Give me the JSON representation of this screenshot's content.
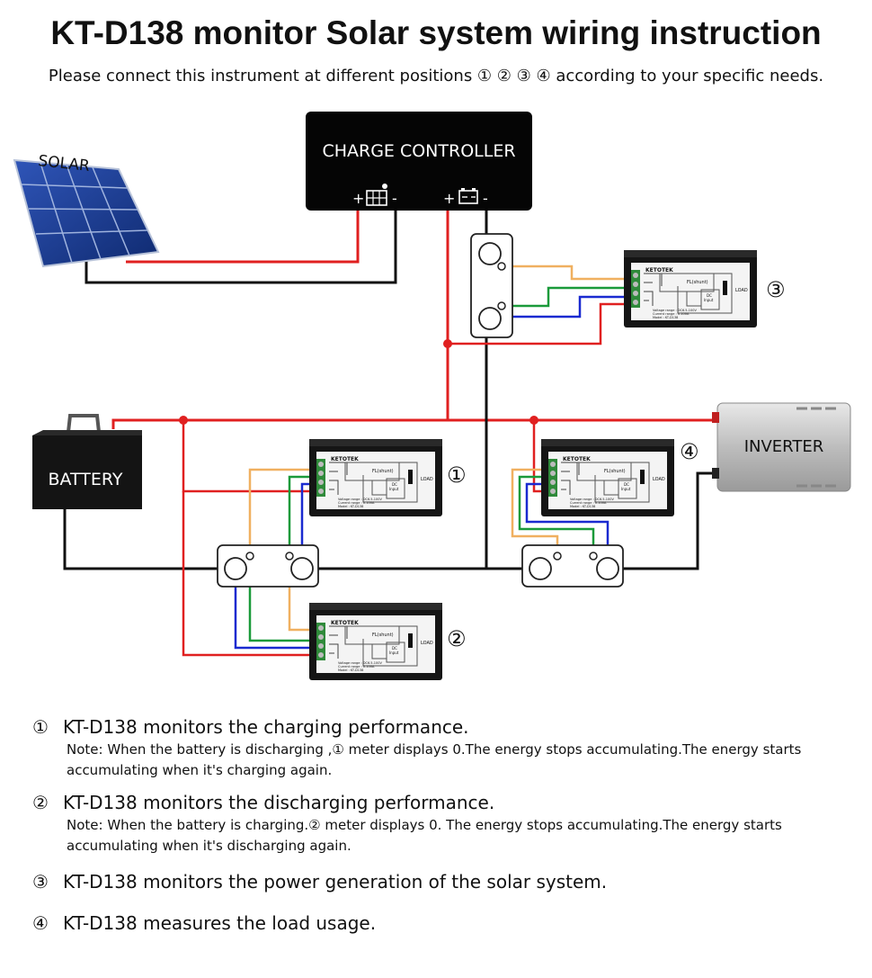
{
  "title": "KT-D138 monitor Solar system wiring instruction",
  "subtitle": "Please connect this instrument at different positions ① ② ③ ④ according to your specific needs.",
  "diagram": {
    "solar_label": "SOLAR",
    "controller_label": "CHARGE CONTROLLER",
    "plus": "+",
    "minus": "-",
    "battery_label": "BATTERY",
    "inverter_label": "INVERTER",
    "meter_brand": "KETOTEK",
    "meter_shunt": "FL(shunt)",
    "meter_dc": "DC",
    "meter_input": "Input",
    "meter_load": "LOAD",
    "meter_voltage": "Voltage range : DC6.5-100V",
    "meter_current": "Current range : 0-100A",
    "meter_model": "Model : KT-D138",
    "marker_1": "①",
    "marker_2": "②",
    "marker_3": "③",
    "marker_4": "④"
  },
  "notes": [
    {
      "num": "①",
      "text": "KT-D138 monitors the charging performance.",
      "sub": "Note: When the battery is discharging ,① meter displays 0.The energy stops accumulating.The energy starts accumulating when it's charging again."
    },
    {
      "num": "②",
      "text": "KT-D138 monitors the discharging performance.",
      "sub": "Note: When the battery is charging.② meter displays 0. The energy stops accumulating.The energy starts accumulating when it's discharging again."
    },
    {
      "num": "③",
      "text": "KT-D138 monitors the power generation of the solar system.",
      "sub": ""
    },
    {
      "num": "④",
      "text": "KT-D138 measures the load usage.",
      "sub": ""
    }
  ],
  "colors": {
    "positive_wire": "#e02020",
    "negative_wire": "#111111",
    "sense_orange": "#f0b060",
    "sense_green": "#1a9a3a",
    "sense_blue": "#1a2ad0"
  }
}
